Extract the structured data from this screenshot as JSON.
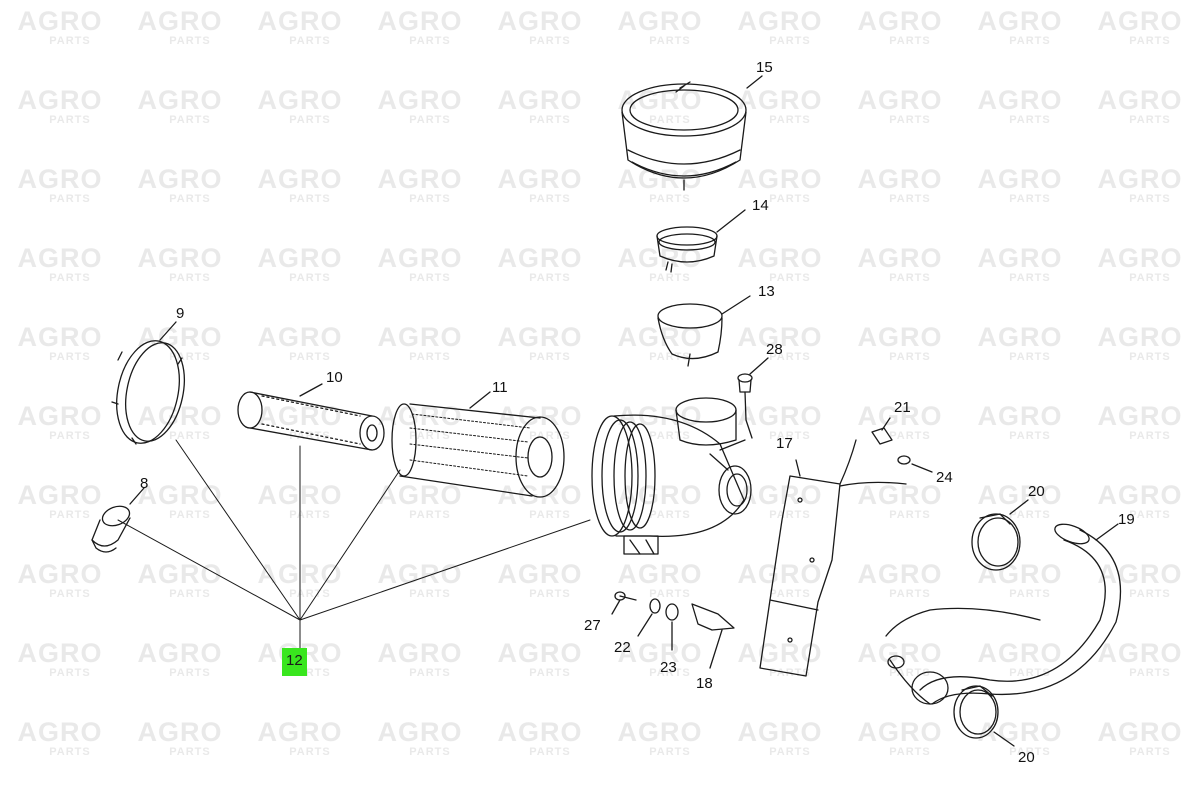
{
  "watermark": {
    "brand": "AGRO",
    "sub": "PARTS"
  },
  "highlight_color": "#39e61e",
  "line_color": "#1a1a1a",
  "parts": [
    {
      "id": "part-8",
      "label": "8"
    },
    {
      "id": "part-9",
      "label": "9"
    },
    {
      "id": "part-10",
      "label": "10"
    },
    {
      "id": "part-11",
      "label": "11"
    },
    {
      "id": "part-12",
      "label": "12",
      "highlighted": true
    },
    {
      "id": "part-13",
      "label": "13"
    },
    {
      "id": "part-14",
      "label": "14"
    },
    {
      "id": "part-15",
      "label": "15"
    },
    {
      "id": "part-17",
      "label": "17"
    },
    {
      "id": "part-18",
      "label": "18"
    },
    {
      "id": "part-19",
      "label": "19"
    },
    {
      "id": "part-20a",
      "label": "20"
    },
    {
      "id": "part-20b",
      "label": "20"
    },
    {
      "id": "part-21",
      "label": "21"
    },
    {
      "id": "part-22",
      "label": "22"
    },
    {
      "id": "part-23",
      "label": "23"
    },
    {
      "id": "part-24",
      "label": "24"
    },
    {
      "id": "part-27",
      "label": "27"
    },
    {
      "id": "part-28",
      "label": "28"
    }
  ]
}
